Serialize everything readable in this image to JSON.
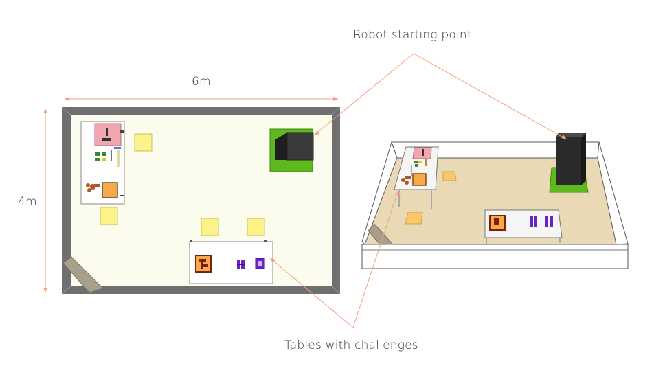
{
  "labels": {
    "robot_start": "Robot starting point",
    "tables": "Tables with challenges",
    "width": "6m",
    "height": "4m"
  },
  "colors": {
    "annotation": "#f2a07b",
    "wall": "#6b6b6b",
    "floor_top": "#fbfbee",
    "floor_persp": "#ead9b5",
    "start_pad": "#5fb81e",
    "robot": "#333333",
    "marker": "#fbf28a",
    "pink": "#f1a6b0",
    "orange": "#f7a948",
    "purple": "#6b22c9"
  }
}
